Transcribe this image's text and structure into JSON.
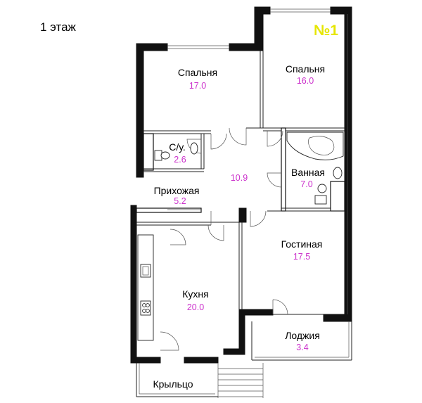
{
  "floor_title": "1 этаж",
  "plan_number": "№1",
  "colors": {
    "area_text": "#cc33cc",
    "plan_number": "#e6e600",
    "walls": "#111111"
  },
  "rooms": {
    "bedroom_left": {
      "name": "Спальня",
      "area": "17.0"
    },
    "bedroom_right": {
      "name": "Спальня",
      "area": "16.0"
    },
    "toilet": {
      "name": "С/у.",
      "area": "2.6"
    },
    "corridor": {
      "name": "",
      "area": "10.9"
    },
    "bathroom": {
      "name": "Ванная",
      "area": "7.0"
    },
    "hallway": {
      "name": "Прихожая",
      "area": "5.2"
    },
    "living_room": {
      "name": "Гостиная",
      "area": "17.5"
    },
    "kitchen": {
      "name": "Кухня",
      "area": "20.0"
    },
    "loggia": {
      "name": "Лоджия",
      "area": "3.4"
    },
    "porch": {
      "name": "Крыльцо",
      "area": ""
    }
  }
}
